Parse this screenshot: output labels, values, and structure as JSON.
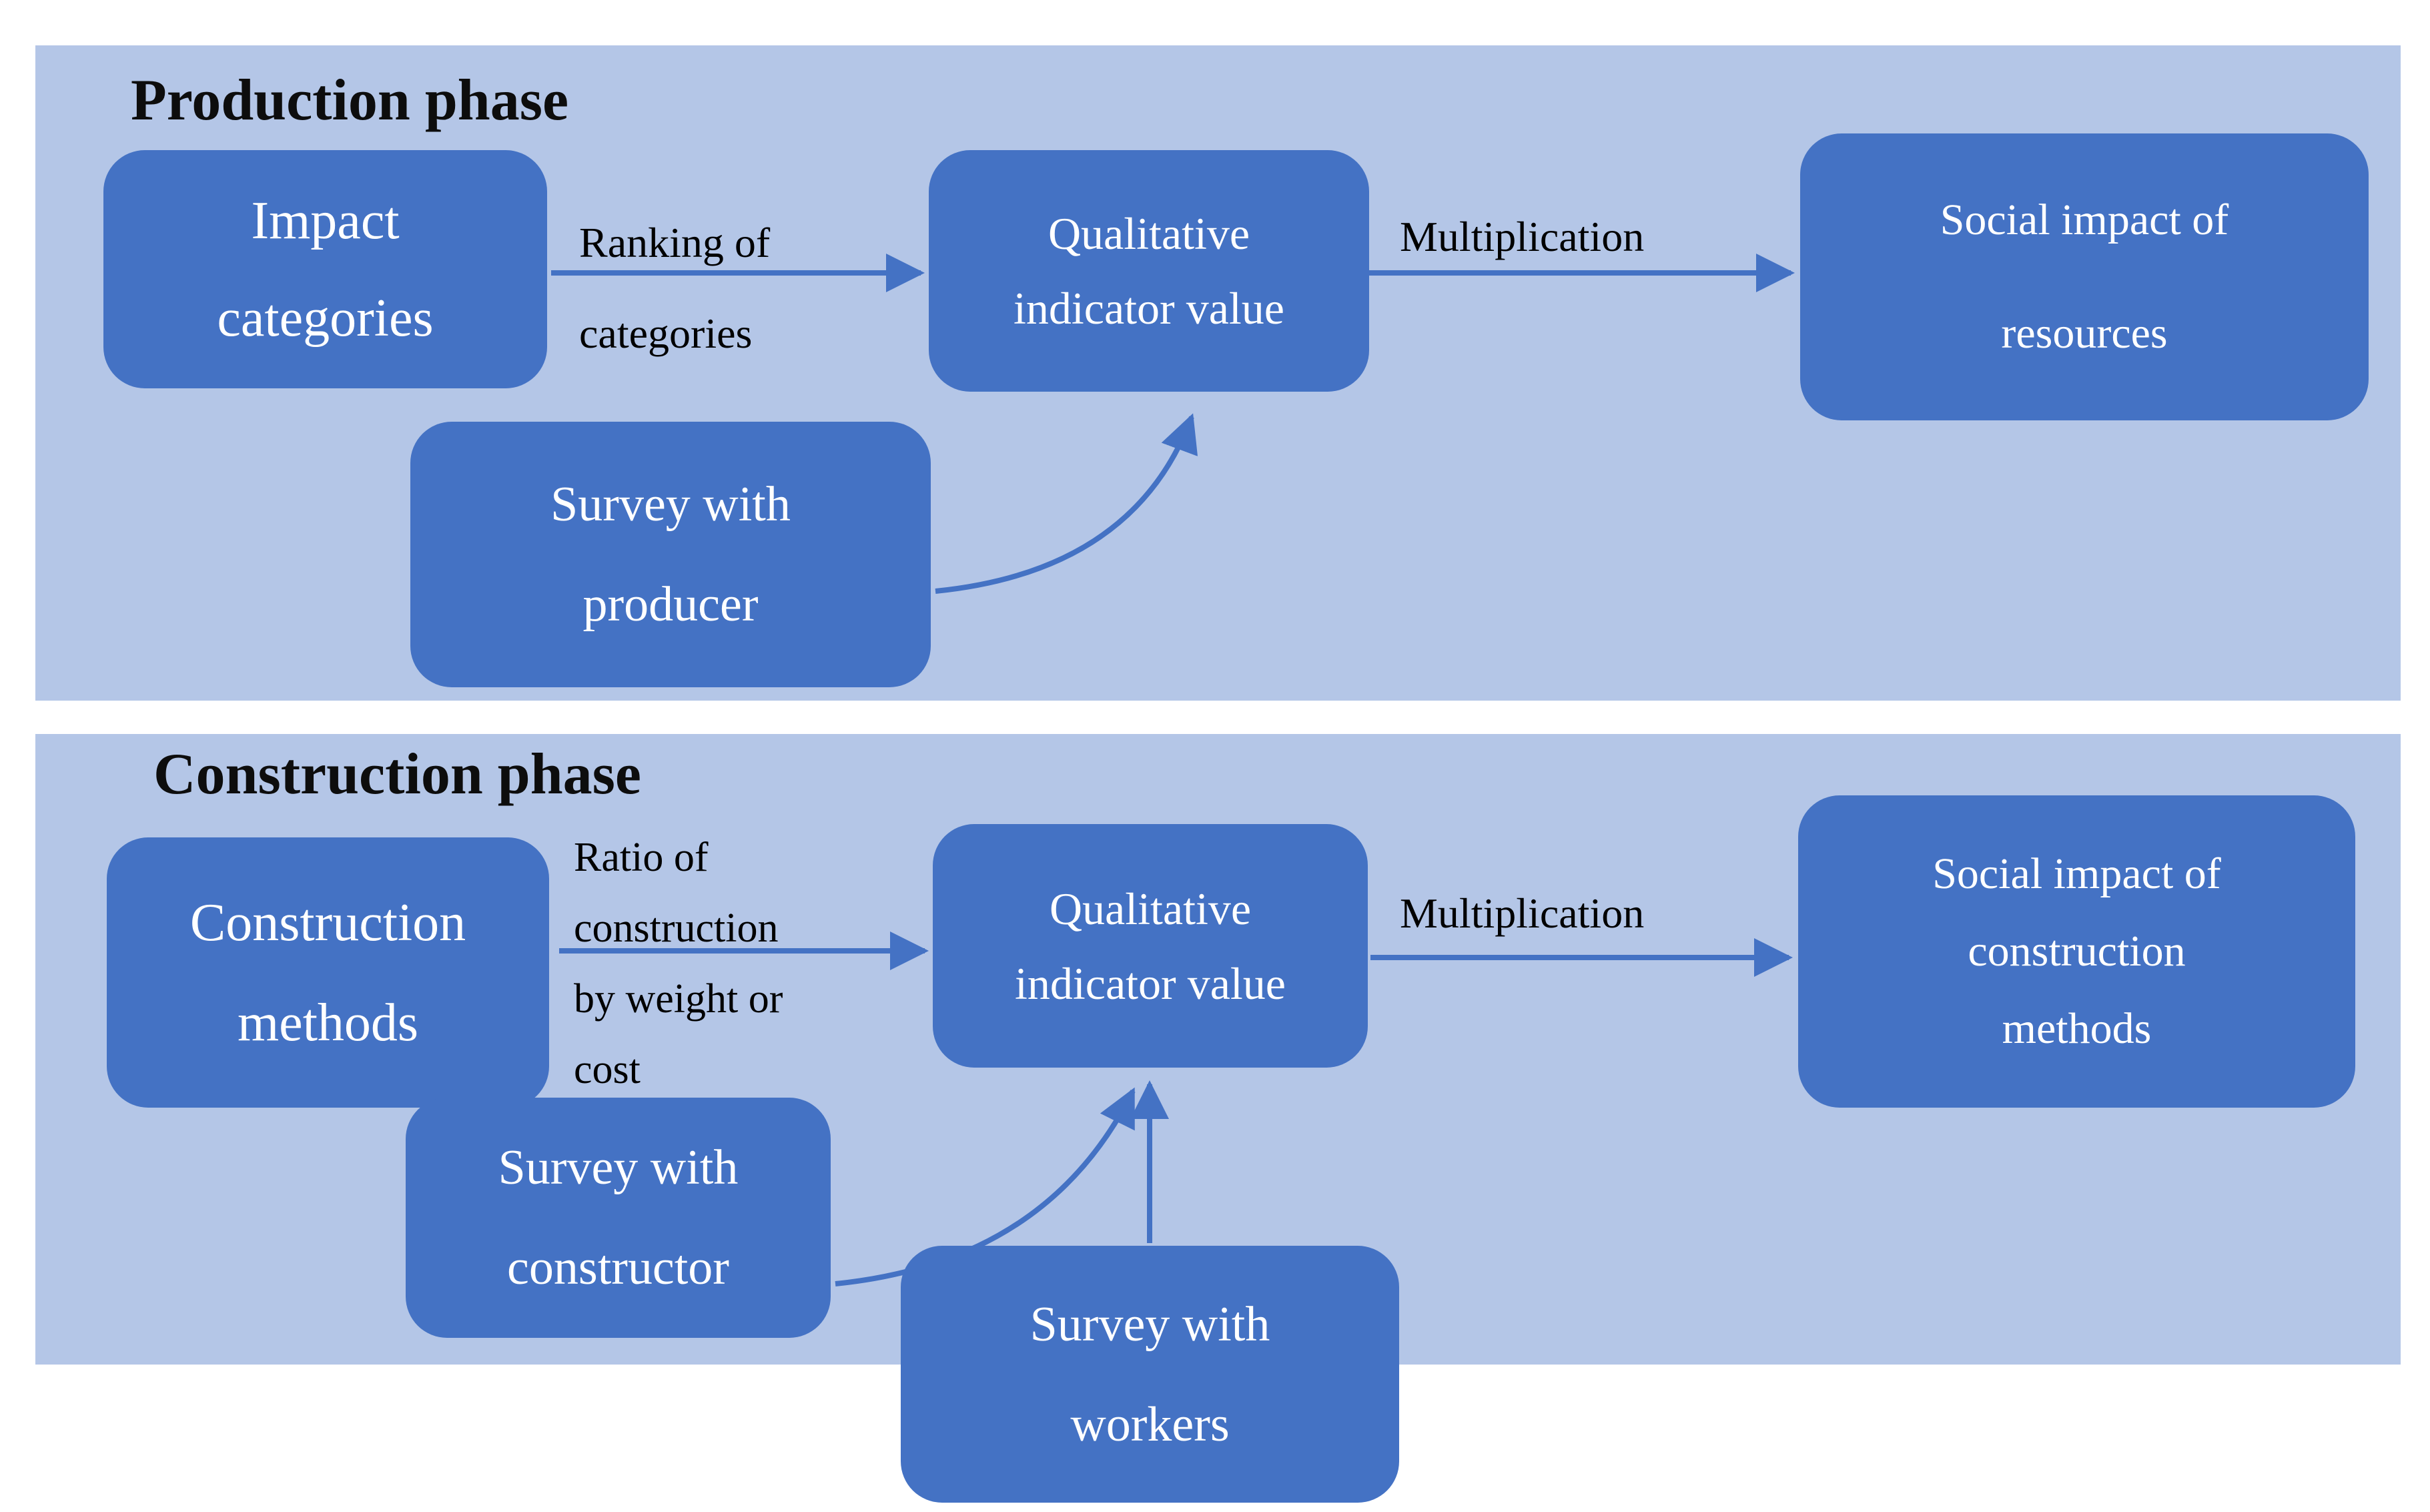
{
  "colors": {
    "panel_background": "#b4c6e7",
    "box_fill": "#4472c4",
    "arrow": "#4472c4",
    "box_text": "#ffffff",
    "label_text": "#000000"
  },
  "production": {
    "title": "Production phase",
    "impact_box": {
      "line1": "Impact",
      "line2": "categories"
    },
    "qualitative_box": {
      "line1": "Qualitative",
      "line2": "indicator value"
    },
    "social_box": {
      "line1": "Social impact of",
      "line2": "resources"
    },
    "survey_producer_box": {
      "line1": "Survey with",
      "line2": "producer"
    },
    "ranking_label": {
      "line1": "Ranking of",
      "line2": "categories"
    },
    "multiplication_label": "Multiplication"
  },
  "construction": {
    "title": "Construction phase",
    "methods_box": {
      "line1": "Construction",
      "line2": "methods"
    },
    "qualitative_box": {
      "line1": "Qualitative",
      "line2": "indicator value"
    },
    "social_box": {
      "line1": "Social impact of",
      "line2": "construction",
      "line3": "methods"
    },
    "survey_constructor_box": {
      "line1": "Survey with",
      "line2": "constructor"
    },
    "survey_workers_box": {
      "line1": "Survey with",
      "line2": "workers"
    },
    "ratio_label": {
      "line1": "Ratio of",
      "line2": "construction",
      "line3": "by weight or",
      "line4": "cost"
    },
    "multiplication_label": "Multiplication"
  }
}
